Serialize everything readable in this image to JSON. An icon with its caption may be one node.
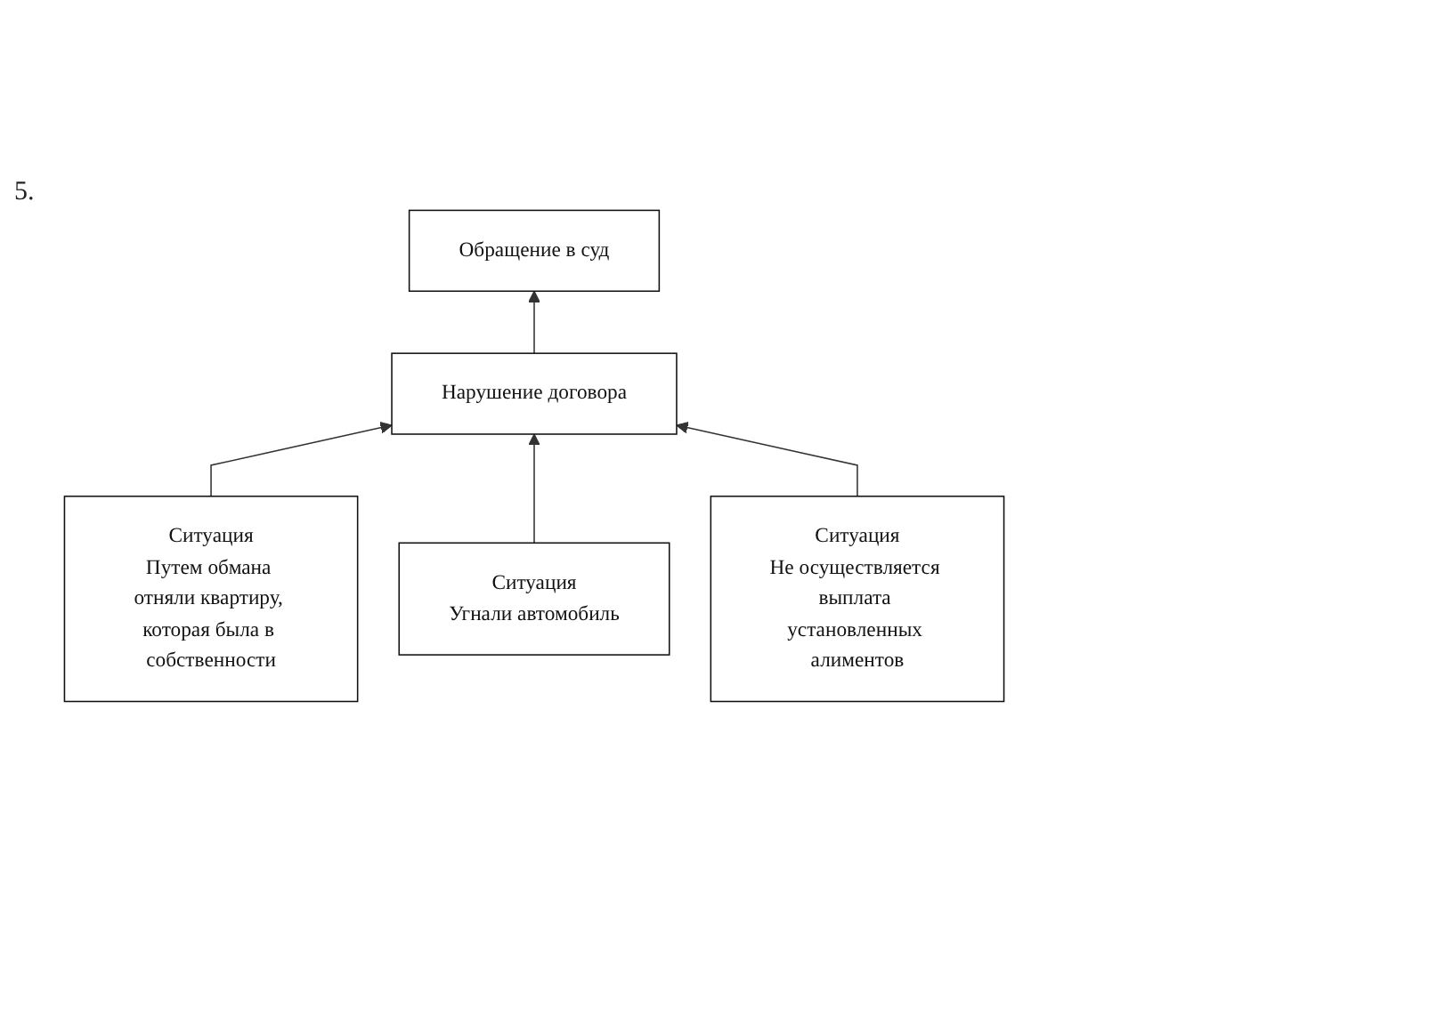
{
  "diagram": {
    "nodes": [
      {
        "text": [
          "Обращение в суд"
        ]
      },
      {
        "text": [
          "Нарушение договора"
        ]
      },
      {
        "text": [
          "Ситуация",
          "Путем обмана отняли квартиру, которая была в собственности"
        ]
      },
      {
        "text": [
          "Ситуация",
          "Угнали автомобиль"
        ]
      },
      {
        "text": [
          "Ситуация",
          "Не осуществляется выплата установленных алиментов"
        ]
      }
    ],
    "edges": [
      {
        "from": 1,
        "to": 0,
        "arrow": "to"
      },
      {
        "from": 2,
        "to": 1,
        "arrow": "to"
      },
      {
        "from": 3,
        "to": 1,
        "arrow": "to"
      },
      {
        "from": 4,
        "to": 1,
        "arrow": "to"
      }
    ],
    "labels": [
      "5."
    ]
  }
}
